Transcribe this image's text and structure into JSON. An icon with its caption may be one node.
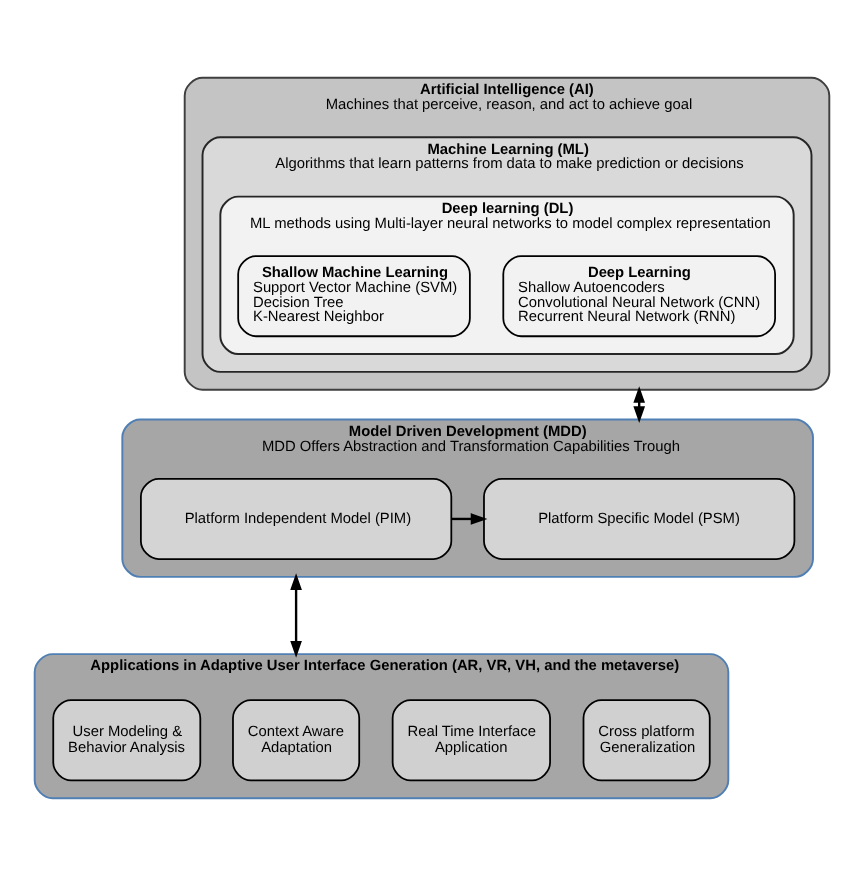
{
  "diagram": {
    "nodes": [
      {
        "text": [
          "Artificial Intelligence (AI)",
          "Machines that perceive, reason, and act to achieve goal"
        ]
      },
      {
        "text": [
          "Machine Learning (ML)",
          "Algorithms that learn patterns from data to make prediction or decisions"
        ],
        "in": 0
      },
      {
        "text": [
          "Deep learning (DL)",
          "ML methods using Multi-layer neural networks to model complex representation"
        ],
        "in": 1
      },
      {
        "text": [
          "Shallow Machine Learning",
          "Support Vector Machine (SVM)",
          "Decision Tree",
          "K-Nearest Neighbor"
        ],
        "in": 2
      },
      {
        "text": [
          "Deep Learning",
          "Shallow Autoencoders",
          "Convolutional Neural Network (CNN)",
          "Recurrent Neural Network (RNN)"
        ],
        "in": 2
      },
      {
        "text": [
          "Model Driven Development (MDD)",
          "MDD Offers Abstraction and Transformation Capabilities Trough"
        ]
      },
      {
        "text": [
          "Platform Independent Model (PIM)"
        ],
        "in": 5
      },
      {
        "text": [
          "Platform Specific Model (PSM)"
        ],
        "in": 5
      },
      {
        "text": [
          "Applications in Adaptive User Interface Generation (AR, VR, VH, and the metaverse)"
        ]
      },
      {
        "text": [
          "User Modeling & Behavior Analysis"
        ],
        "in": 8
      },
      {
        "text": [
          "Context Aware Adaptation"
        ],
        "in": 8
      },
      {
        "text": [
          "Real Time Interface Application"
        ],
        "in": 8
      },
      {
        "text": [
          "Cross platform Generalization"
        ],
        "in": 8
      }
    ],
    "edges": [
      {
        "from": 0,
        "to": 5,
        "arrow": "both"
      },
      {
        "from": 6,
        "to": 7,
        "arrow": "to"
      },
      {
        "from": 5,
        "to": 8,
        "arrow": "both"
      }
    ]
  }
}
